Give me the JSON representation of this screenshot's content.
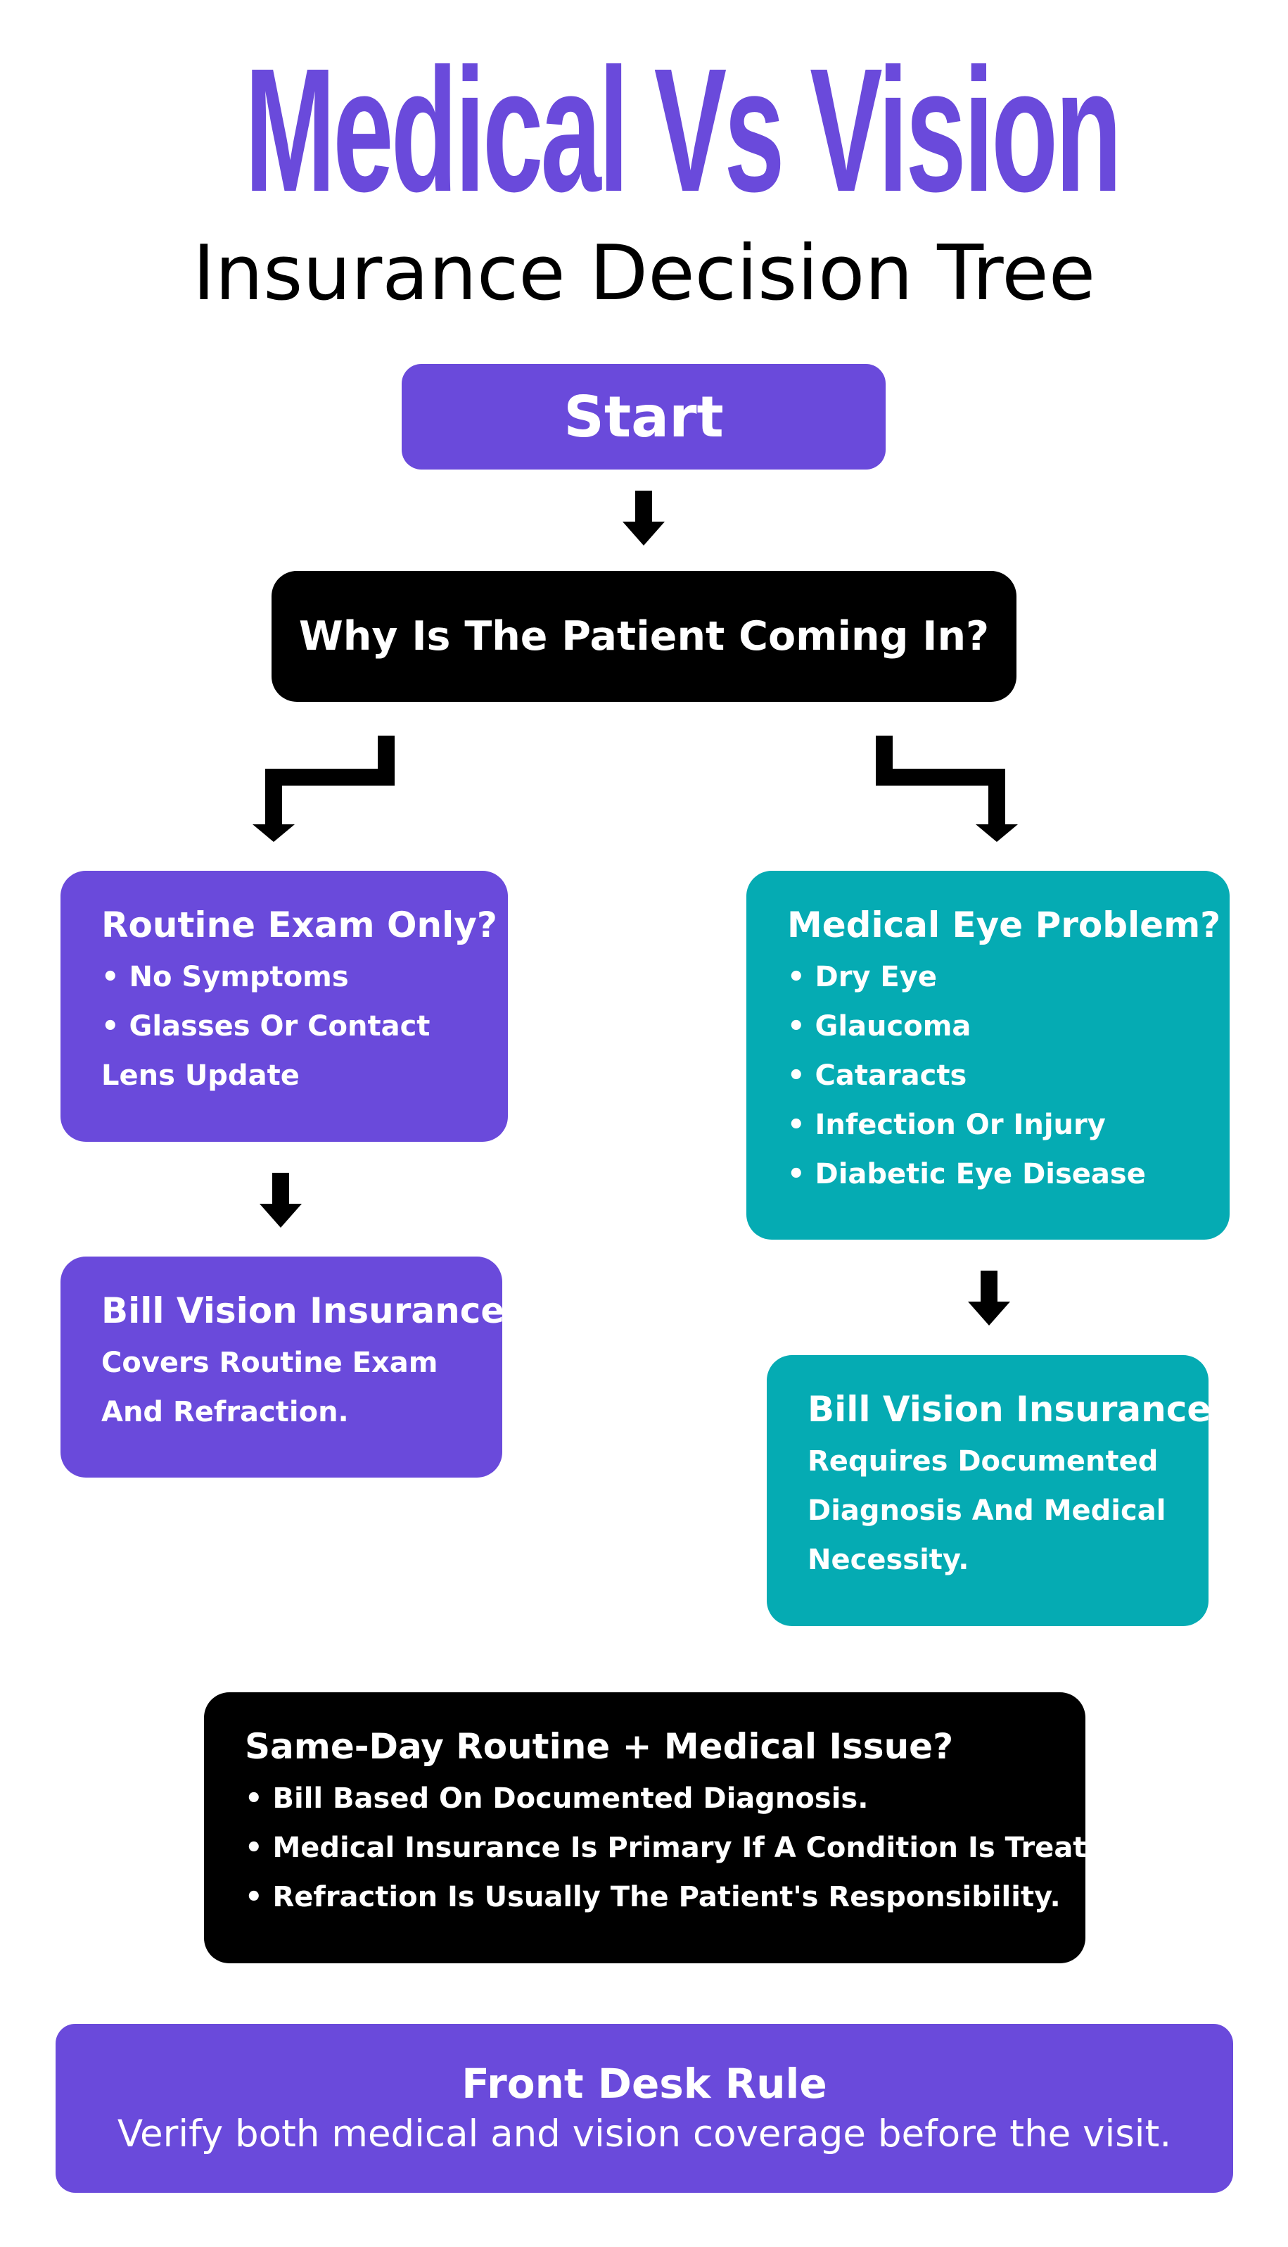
{
  "header": {
    "title": "Medical Vs Vision",
    "subtitle": "Insurance Decision Tree"
  },
  "nodes": {
    "start": "Start",
    "question": "Why Is The Patient Coming In?",
    "routine": {
      "title": "Routine Exam Only?",
      "lines": [
        "• No Symptoms",
        "• Glasses Or Contact",
        "Lens Update"
      ]
    },
    "medical": {
      "title": "Medical Eye Problem?",
      "lines": [
        "• Dry Eye",
        "• Glaucoma",
        "• Cataracts",
        "• Infection Or Injury",
        "• Diabetic Eye Disease"
      ]
    },
    "bill_routine": {
      "title": "Bill Vision Insurance",
      "lines": [
        "Covers Routine Exam",
        "And Refraction."
      ]
    },
    "bill_medical": {
      "title": "Bill Vision Insurance",
      "lines": [
        "Requires Documented",
        "Diagnosis And Medical",
        "Necessity."
      ]
    },
    "same_day": {
      "title": "Same-Day Routine + Medical Issue?",
      "lines": [
        "• Bill Based On Documented Diagnosis.",
        "• Medical Insurance Is Primary If A Condition Is Treated.",
        "• Refraction Is Usually The Patient's Responsibility."
      ]
    },
    "rule": {
      "title": "Front Desk Rule",
      "text": "Verify both medical and vision coverage before the visit."
    }
  },
  "colors": {
    "purple": "#6a4adb",
    "teal": "#05abb3",
    "black": "#000000"
  }
}
